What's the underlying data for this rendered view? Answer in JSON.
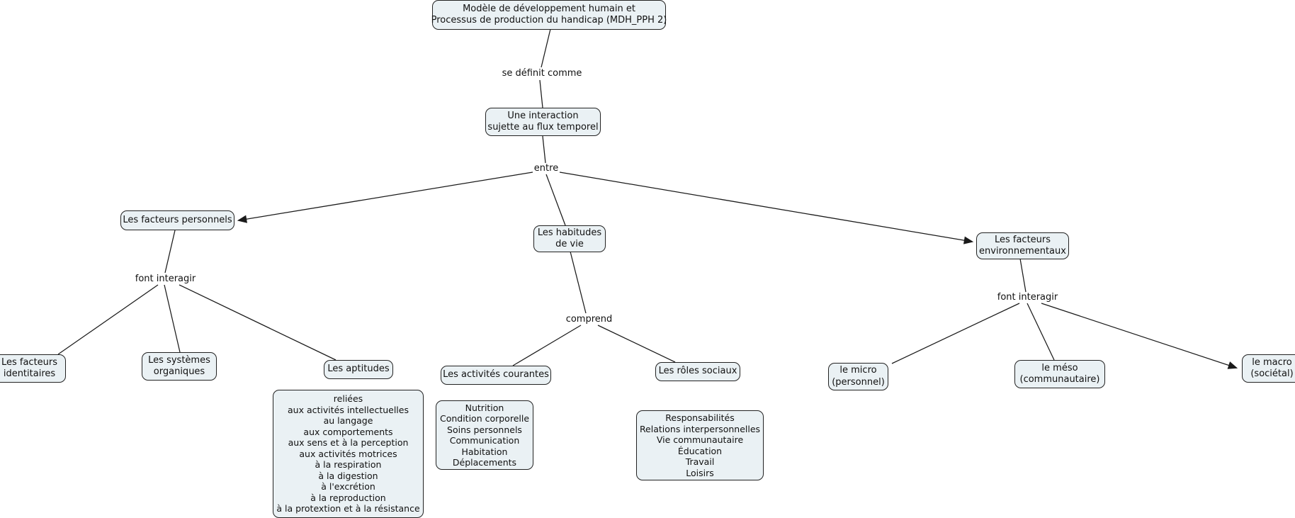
{
  "diagram": {
    "title": "Modèle de développement humain et Processus de production du handicap (MDH_PPH 2)",
    "type": "concept-map",
    "language": "fr",
    "colors": {
      "node_fill": "#eaf1f4",
      "node_border": "#222222",
      "edge": "#1a1a1a",
      "text": "#111111",
      "background": "#ffffff"
    },
    "nodes": [
      {
        "id": "root",
        "text": "Modèle de développement humain et\nProcessus de production du handicap (MDH_PPH 2)",
        "font_size": 13
      },
      {
        "id": "interaction",
        "text": "Une interaction\nsujette au flux temporel",
        "font_size": 13
      },
      {
        "id": "facteurs-personnels",
        "text": "Les facteurs personnels",
        "font_size": 13
      },
      {
        "id": "habitudes-de-vie",
        "text": "Les habitudes\nde vie",
        "font_size": 13
      },
      {
        "id": "facteurs-environnementaux",
        "text": "Les facteurs\nenvironnementaux",
        "font_size": 13
      },
      {
        "id": "facteurs-identitaires",
        "text": "Les facteurs\nidentitaires",
        "font_size": 13
      },
      {
        "id": "systemes-organiques",
        "text": "Les systèmes\norganiques",
        "font_size": 13
      },
      {
        "id": "aptitudes",
        "text": "Les aptitudes",
        "font_size": 13
      },
      {
        "id": "aptitudes-detail",
        "text": "reliées\naux activités intellectuelles\nau langage\naux comportements\naux sens et à la perception\naux activités motrices\nà la respiration\nà la digestion\nà l'excrétion\nà la reproduction\nà la protextion et à la résistance",
        "font_size": 12.5
      },
      {
        "id": "activites-courantes",
        "text": "Les activités courantes",
        "font_size": 13
      },
      {
        "id": "activites-courantes-detail",
        "text": "Nutrition\nCondition corporelle\nSoins personnels\nCommunication\nHabitation\nDéplacements",
        "font_size": 12.5
      },
      {
        "id": "roles-sociaux",
        "text": "Les rôles sociaux",
        "font_size": 13
      },
      {
        "id": "roles-sociaux-detail",
        "text": "Responsabilités\nRelations interpersonnelles\nVie communautaire\nÉducation\nTravail\nLoisirs",
        "font_size": 12.5
      },
      {
        "id": "micro",
        "text": "le micro\n(personnel)",
        "font_size": 13
      },
      {
        "id": "meso",
        "text": "le méso\n(communautaire)",
        "font_size": 13
      },
      {
        "id": "macro",
        "text": "le macro\n(sociétal)",
        "font_size": 13
      }
    ],
    "link_labels": [
      {
        "id": "se-definit-comme",
        "text": "se définit comme"
      },
      {
        "id": "entre",
        "text": "entre"
      },
      {
        "id": "font-interagir-personnels",
        "text": "font interagir"
      },
      {
        "id": "comprend",
        "text": "comprend"
      },
      {
        "id": "font-interagir-environnementaux",
        "text": "font interagir"
      }
    ]
  }
}
